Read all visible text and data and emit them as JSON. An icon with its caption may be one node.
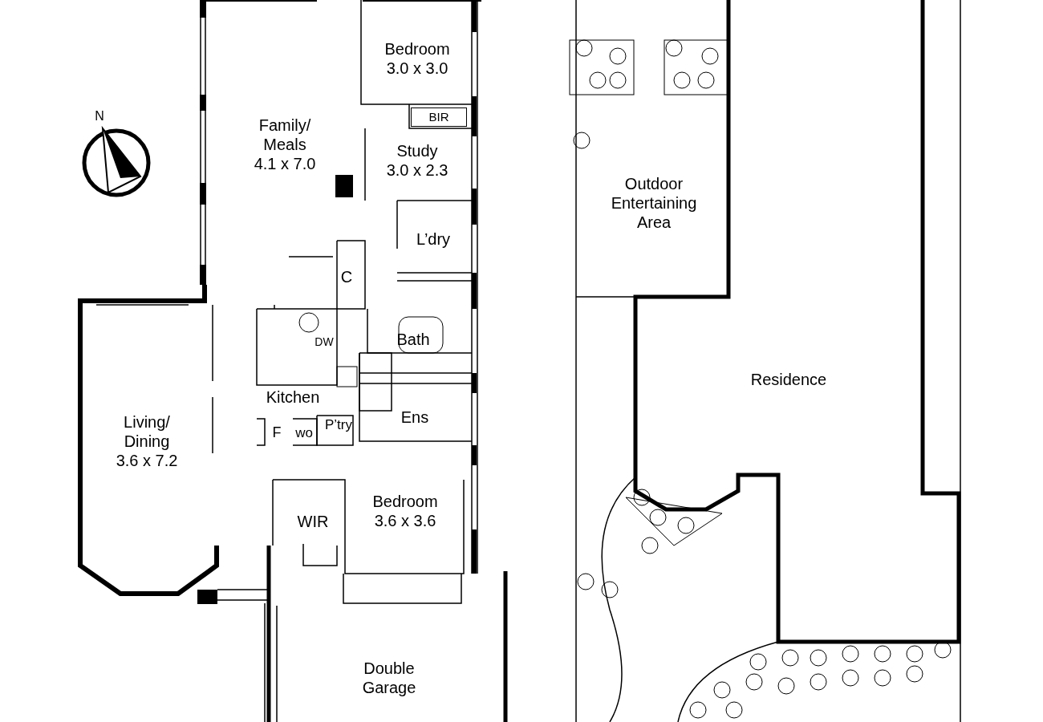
{
  "diagram": {
    "nodes": [
      {
        "text": [
          "Family/ Meals",
          "4.1 x 7.0"
        ]
      },
      {
        "text": [
          "Bedroom",
          "3.0 x 3.0"
        ]
      },
      {
        "text": [
          "BIR"
        ]
      },
      {
        "text": [
          "Study",
          "3.0 x 2.3"
        ]
      },
      {
        "text": [
          "L’dry"
        ]
      },
      {
        "text": [
          "C"
        ]
      },
      {
        "text": [
          "Bath"
        ]
      },
      {
        "text": [
          "Kitchen"
        ]
      },
      {
        "text": [
          "Ens"
        ]
      },
      {
        "text": [
          "Living/ Dining",
          "3.6 x 7.2"
        ]
      },
      {
        "text": [
          "F"
        ]
      },
      {
        "text": [
          "wo"
        ]
      },
      {
        "text": [
          "P’try"
        ]
      },
      {
        "text": [
          "WIR"
        ]
      },
      {
        "text": [
          "Bedroom",
          "3.6 x 3.6"
        ]
      },
      {
        "text": [
          "Double Garage"
        ]
      },
      {
        "text": [
          "Outdoor Entertaining Area"
        ]
      },
      {
        "text": [
          "Residence"
        ]
      }
    ],
    "edges": [],
    "labels": [
      "N",
      "DW"
    ]
  }
}
